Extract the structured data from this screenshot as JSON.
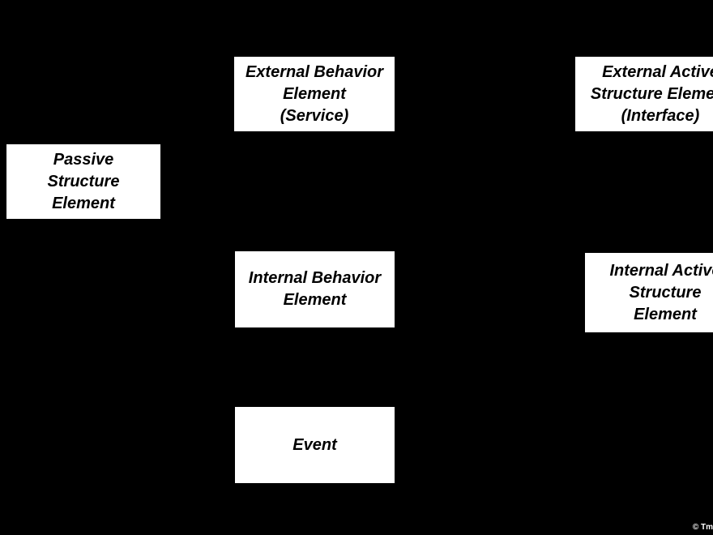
{
  "diagram": {
    "background_color": "#000000",
    "box_fill_color": "#ffffff",
    "box_text_color": "#000000",
    "boxes": {
      "external_behavior": {
        "label": "External Behavior\nElement\n(Service)"
      },
      "external_active": {
        "label": "External Active\nStructure Element\n(Interface)"
      },
      "passive_structure": {
        "label": "Passive\nStructure\nElement"
      },
      "internal_behavior": {
        "label": "Internal Behavior\nElement"
      },
      "internal_active": {
        "label": "Internal Active\nStructure\nElement"
      },
      "event": {
        "label": "Event"
      }
    },
    "watermark": "© Tm"
  }
}
